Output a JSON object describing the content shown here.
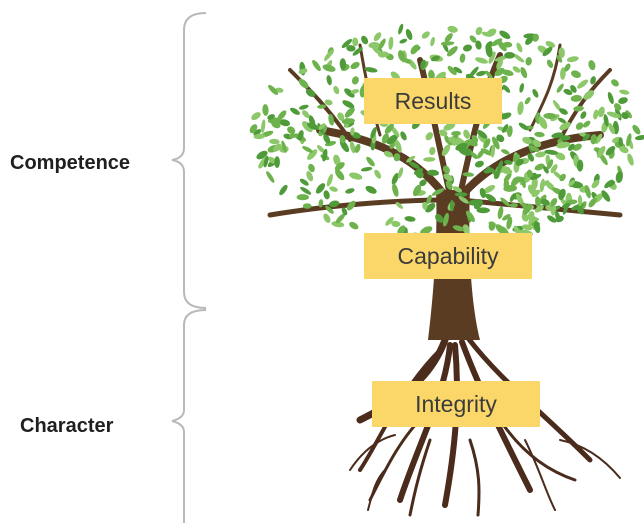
{
  "diagram": {
    "groups": [
      {
        "label": "Competence"
      },
      {
        "label": "Character"
      }
    ],
    "layers": [
      {
        "label": "Results"
      },
      {
        "label": "Capability"
      },
      {
        "label": "Integrity"
      }
    ]
  },
  "colors": {
    "label_box_fill": "#fbd669",
    "leaf_dark": "#4f9b3a",
    "leaf_light": "#8cc76a",
    "trunk": "#5a3c22",
    "roots": "#4a2b1c",
    "bracket": "#b9b9b9"
  }
}
